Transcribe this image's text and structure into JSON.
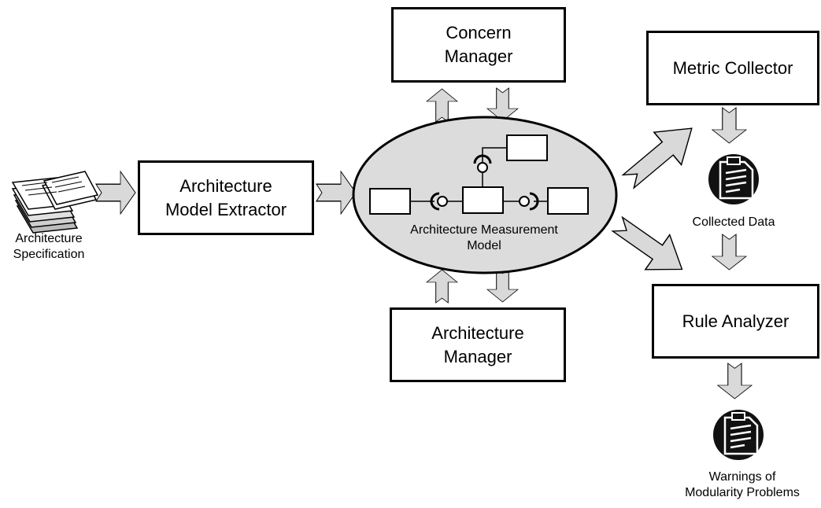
{
  "diagram": {
    "inputs": {
      "spec_label_line1": "Architecture",
      "spec_label_line2": "Specification"
    },
    "boxes": {
      "extractor_line1": "Architecture",
      "extractor_line2": "Model Extractor",
      "concern_line1": "Concern",
      "concern_line2": "Manager",
      "arch_manager_line1": "Architecture",
      "arch_manager_line2": "Manager",
      "metric_collector": "Metric Collector",
      "rule_analyzer": "Rule Analyzer"
    },
    "model": {
      "label_line1": "Architecture Measurement",
      "label_line2": "Model"
    },
    "outputs": {
      "collected_data": "Collected Data",
      "warnings_line1": "Warnings of",
      "warnings_line2": "Modularity Problems"
    },
    "colors": {
      "arrow_fill": "#d9d9d9",
      "ellipse_fill": "#dcdcdc",
      "stroke": "#000000",
      "icon_fill": "#111111"
    }
  }
}
